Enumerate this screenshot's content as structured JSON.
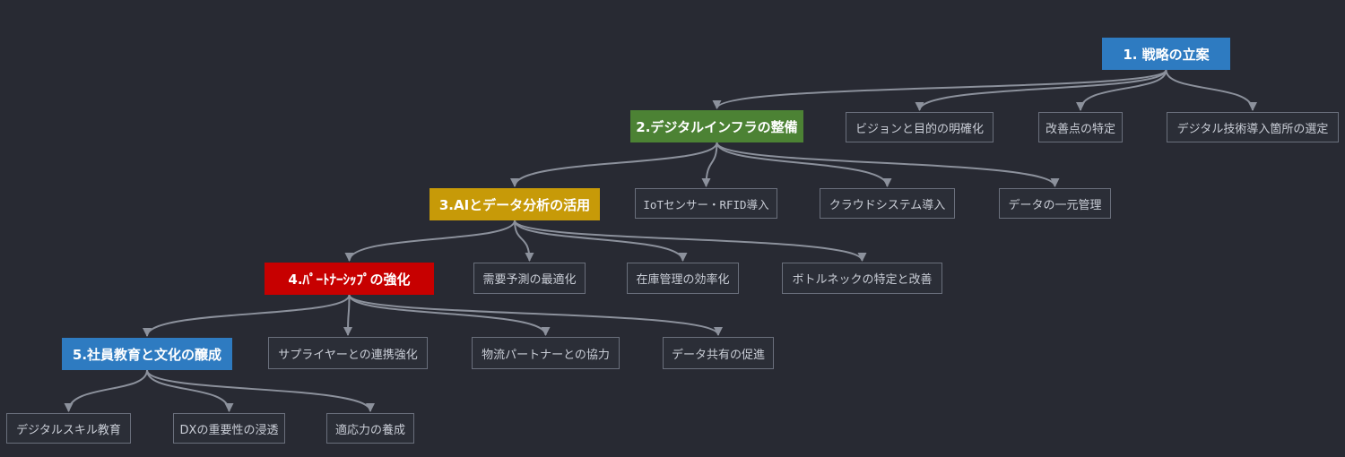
{
  "colors": {
    "background": "#282a33",
    "edge": "#8c919c",
    "strategy": "#2e7bc1",
    "infra": "#4c8234",
    "ai": "#c79a08",
    "partnership": "#c70000",
    "culture": "#2e7bc1",
    "sub_box_border": "#6a6f7c",
    "sub_box_text": "#c9cdd6"
  },
  "nodes": {
    "n1": "1. 戦略の立案",
    "n2": "2.デジタルインフラの整備",
    "n3": "3.AIとデータ分析の活用",
    "n4": "4.ﾊﾟｰﾄﾅｰｼｯﾌﾟの強化",
    "n5": "5.社員教育と文化の醸成",
    "s1a": "ビジョンと目的の明確化",
    "s1b": "改善点の特定",
    "s1c": "デジタル技術導入箇所の選定",
    "s2a": "IoTセンサー・RFID導入",
    "s2b": "クラウドシステム導入",
    "s2c": "データの一元管理",
    "s3a": "需要予測の最適化",
    "s3b": "在庫管理の効率化",
    "s3c": "ボトルネックの特定と改善",
    "s4a": "サプライヤーとの連携強化",
    "s4b": "物流パートナーとの協力",
    "s4c": "データ共有の促進",
    "s5a": "デジタルスキル教育",
    "s5b": "DXの重要性の浸透",
    "s5c": "適応力の養成"
  },
  "edges": [
    [
      "n1",
      "n2"
    ],
    [
      "n1",
      "s1a"
    ],
    [
      "n1",
      "s1b"
    ],
    [
      "n1",
      "s1c"
    ],
    [
      "n2",
      "n3"
    ],
    [
      "n2",
      "s2a"
    ],
    [
      "n2",
      "s2b"
    ],
    [
      "n2",
      "s2c"
    ],
    [
      "n3",
      "n4"
    ],
    [
      "n3",
      "s3a"
    ],
    [
      "n3",
      "s3b"
    ],
    [
      "n3",
      "s3c"
    ],
    [
      "n4",
      "n5"
    ],
    [
      "n4",
      "s4a"
    ],
    [
      "n4",
      "s4b"
    ],
    [
      "n4",
      "s4c"
    ],
    [
      "n5",
      "s5a"
    ],
    [
      "n5",
      "s5b"
    ],
    [
      "n5",
      "s5c"
    ]
  ]
}
